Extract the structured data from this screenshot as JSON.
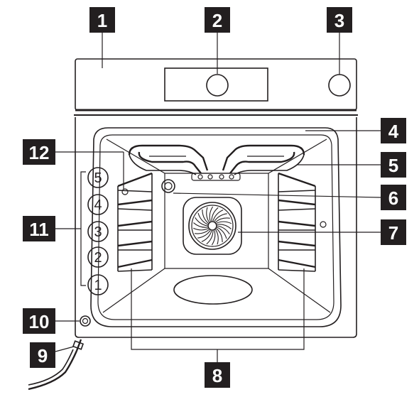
{
  "callouts": [
    {
      "id": "1",
      "label": "1"
    },
    {
      "id": "2",
      "label": "2"
    },
    {
      "id": "3",
      "label": "3"
    },
    {
      "id": "4",
      "label": "4"
    },
    {
      "id": "5",
      "label": "5"
    },
    {
      "id": "6",
      "label": "6"
    },
    {
      "id": "7",
      "label": "7"
    },
    {
      "id": "8",
      "label": "8"
    },
    {
      "id": "9",
      "label": "9"
    },
    {
      "id": "10",
      "label": "10"
    },
    {
      "id": "11",
      "label": "11"
    },
    {
      "id": "12",
      "label": "12"
    }
  ],
  "shelf_levels": [
    "5",
    "4",
    "3",
    "2",
    "1"
  ],
  "colors": {
    "ink": "#231f20",
    "paper": "#ffffff"
  }
}
